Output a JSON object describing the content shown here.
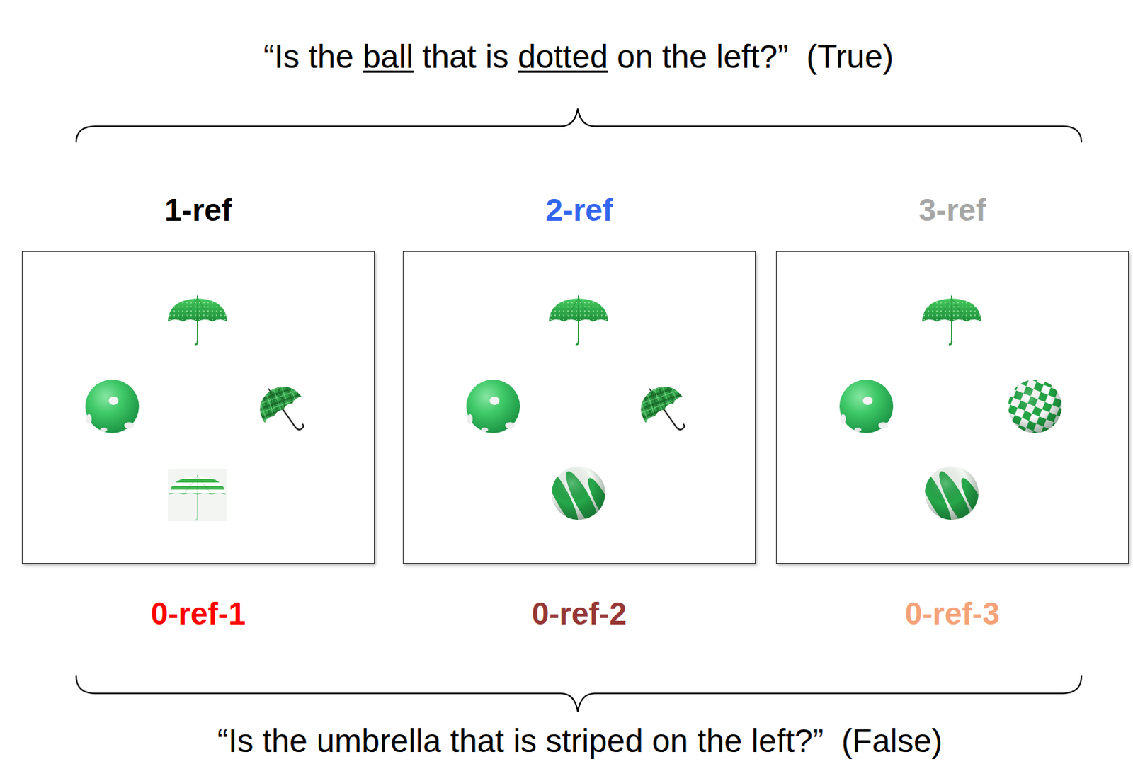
{
  "diagram": {
    "title": "“Is the ball that is dotted on the left?”  (True)",
    "caption": "“Is the umbrella that is striped on the left?”  (False)",
    "nodes": [
      {
        "text": [
          "1-ref",
          "0-ref-1"
        ]
      },
      {
        "text": [
          "2-ref",
          "0-ref-2"
        ]
      },
      {
        "text": [
          "3-ref",
          "0-ref-3"
        ]
      }
    ]
  }
}
